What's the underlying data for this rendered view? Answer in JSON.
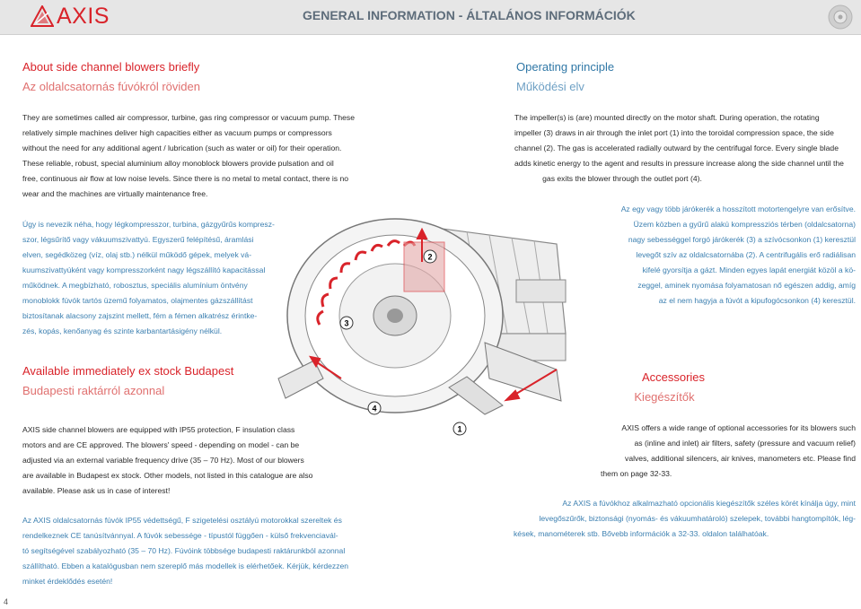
{
  "header": {
    "logo": "AXIS",
    "title": "GENERAL INFORMATION - ÁLTALÁNOS INFORMÁCIÓK"
  },
  "about": {
    "title_en": "About side channel blowers briefly",
    "title_hu": "Az oldalcsatornás fúvókról röviden",
    "text_en": [
      "They are sometimes called air compressor, turbine, gas ring compressor or vacuum pump. These",
      "relatively simple machines deliver high capacities either as vacuum pumps or compressors",
      "without the need for any additional agent / lubrication (such as water or oil) for their operation.",
      "These reliable, robust, special aluminium alloy monoblock blowers provide pulsation and oil",
      "free, continuous air flow at low noise levels. Since there is no metal to metal contact, there is no",
      "wear and the machines are virtually maintenance free."
    ],
    "text_hu": [
      "Úgy is nevezik néha, hogy légkompresszor, turbina, gázgyűrűs kompresz-",
      "szor, légsűrítő vagy vákuumszivattyú. Egyszerű felépítésű, áramlási",
      "elven, segédközeg (víz, olaj stb.) nélkül működő gépek, melyek vá-",
      "kuumszivattyúként vagy kompresszorként nagy légszállító kapacitással",
      "működnek. A megbízható, robosztus, speciális alumínium öntvény",
      "monoblokk fúvók tartós üzemű folyamatos, olajmentes gázszállítást",
      "biztosítanak alacsony zajszint mellett, fém a fémen alkatrész érintke-",
      "zés, kopás, kenőanyag és szinte karbantartásigény nélkül."
    ]
  },
  "operating": {
    "title_en": "Operating principle",
    "title_hu": "Működési elv",
    "text_en": [
      "The impeller(s) is (are) mounted directly on the motor shaft. During operation, the rotating",
      "impeller (3) draws in air through the inlet port (1) into the toroidal compression space, the side",
      "channel (2). The gas is accelerated radially outward by the centrifugal force. Every single blade",
      "adds kinetic energy to the agent and results in pressure increase along the side channel until the",
      "gas exits the blower through the outlet port (4)."
    ],
    "text_hu": [
      "Az egy vagy több járókerék a hosszított motortengelyre van erősítve.",
      "Üzem közben a gyűrű alakú kompressziós térben (oldalcsatorna)",
      "nagy sebességgel forgó járókerék (3) a szívócsonkon (1) keresztül",
      "levegőt szív az oldalcsatornába (2). A centrifugális erő radiálisan",
      "kifelé gyorsítja a gázt. Minden egyes lapát energiát közöl a kö-",
      "zeggel, aminek nyomása folyamatosan nő egészen addig, amíg",
      "az el nem hagyja a fúvót a kipufogócsonkon (4) keresztül."
    ]
  },
  "stock": {
    "title_en": "Available immediately ex stock Budapest",
    "title_hu": "Budapesti raktárról azonnal",
    "text_en": [
      "AXIS side channel blowers are equipped with IP55 protection, F insulation class",
      "motors and are CE approved. The blowers' speed - depending on model - can be",
      "adjusted via an external variable frequency drive (35 – 70 Hz). Most of our blowers",
      "are available in Budapest ex stock. Other models, not listed in this catalogue are also",
      "available. Please ask us in case of interest!"
    ],
    "text_hu": [
      "Az AXIS oldalcsatornás fúvók IP55 védettségű, F szigetelési osztályú motorokkal szereltek és",
      "rendelkeznek CE tanúsítvánnyal. A fúvók sebessége - típustól függően - külső frekvenciavál-",
      "tó segítségével szabályozható (35 – 70 Hz). Fúvóink többsége budapesti raktárunkból azonnal",
      "szállítható. Ebben a katalógusban nem szereplő más modellek is elérhetőek. Kérjük, kérdezzen",
      "minket érdeklődés esetén!"
    ]
  },
  "accessories": {
    "title_en": "Accessories",
    "title_hu": "Kiegészítők",
    "text_en": [
      "AXIS offers a wide range of optional accessories for its blowers such",
      "as (inline and inlet) air filters, safety (pressure and vacuum relief)",
      "valves, additional silencers, air knives, manometers etc. Please find",
      "them on page 32-33."
    ],
    "text_hu": [
      "Az AXIS a fúvókhoz alkalmazható opcionális kiegészítők széles körét kínálja úgy, mint",
      "levegőszűrők, biztonsági (nyomás- és vákuumhatároló) szelepek, további hangtompítók, lég-",
      "kések, manométerek stb. Bővebb információk a 32-33. oldalon találhatóak."
    ]
  },
  "diagram": {
    "labels": [
      "1",
      "2",
      "3",
      "4"
    ]
  },
  "page_number": "4",
  "colors": {
    "accent_red": "#d9232a",
    "accent_blue": "#2f77a6",
    "header_gray": "#e6e6e6"
  }
}
